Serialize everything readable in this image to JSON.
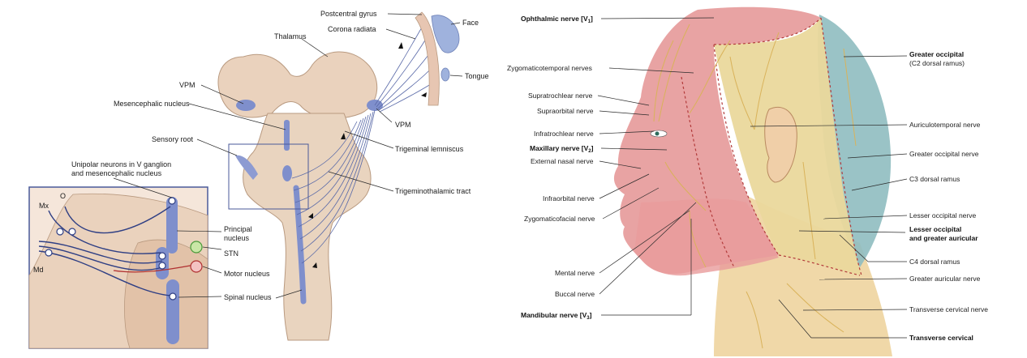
{
  "left_labels": {
    "postcentral_gyrus": "Postcentral gyrus",
    "corona_radiata": "Corona radiata",
    "face": "Face",
    "tongue": "Tongue",
    "thalamus": "Thalamus",
    "vpm_left": "VPM",
    "vpm_right": "VPM",
    "mesencephalic_nucleus": "Mesencephalic nucleus",
    "sensory_root": "Sensory root",
    "unipolar_line1": "Unipolar neurons in V ganglion",
    "unipolar_line2": "and mesencephalic nucleus",
    "trigeminal_lemniscus": "Trigeminal lemniscus",
    "trigeminothalamic_tract": "Trigeminothalamic tract",
    "principal_line1": "Principal",
    "principal_line2": "nucleus",
    "stn": "STN",
    "motor_nucleus": "Motor nucleus",
    "spinal_nucleus": "Spinal nucleus",
    "mx": "Mx",
    "o": "O",
    "md": "Md"
  },
  "right_labels": {
    "ophthalmic": "Ophthalmic nerve [V",
    "ophthalmic_sub": "1",
    "zygomaticotemporal": "Zygomaticotemporal nerves",
    "supratrochlear": "Supratrochlear nerve",
    "supraorbital": "Supraorbital nerve",
    "infratrochlear": "Infratrochlear nerve",
    "maxillary": "Maxillary nerve [V",
    "maxillary_sub": "2",
    "external_nasal": "External nasal nerve",
    "infraorbital": "Infraorbital nerve",
    "zygomaticofacial": "Zygomaticofacial nerve",
    "mental": "Mental nerve",
    "buccal": "Buccal nerve",
    "mandibular": "Mandibular nerve [V",
    "mandibular_sub": "3",
    "greater_occipital_bold": "Greater occipital",
    "greater_occipital_sub": "(C2 dorsal ramus)",
    "auriculotemporal": "Auriculotemporal nerve",
    "greater_occipital_nerve": "Greater occipital nerve",
    "c3": "C3 dorsal ramus",
    "lesser_occipital": "Lesser occipital nerve",
    "lesser_greater_1": "Lesser occipital",
    "lesser_greater_2": "and greater auricular",
    "c4": "C4 dorsal ramus",
    "greater_auricular": "Greater auricular nerve",
    "transverse_cervical_nerve": "Transverse cervical nerve",
    "transverse_cervical_bold": "Transverse cervical"
  },
  "colors": {
    "brainstem": "#e9d2bc",
    "nucleus": "#7f8fcc",
    "tract": "#5a6aa8",
    "skin": "#e8b7a8",
    "v_region": "#e8a0a0",
    "occipital_region": "#8fbcc0",
    "nerve": "#d9b25a",
    "dashed": "#b23a3a"
  }
}
